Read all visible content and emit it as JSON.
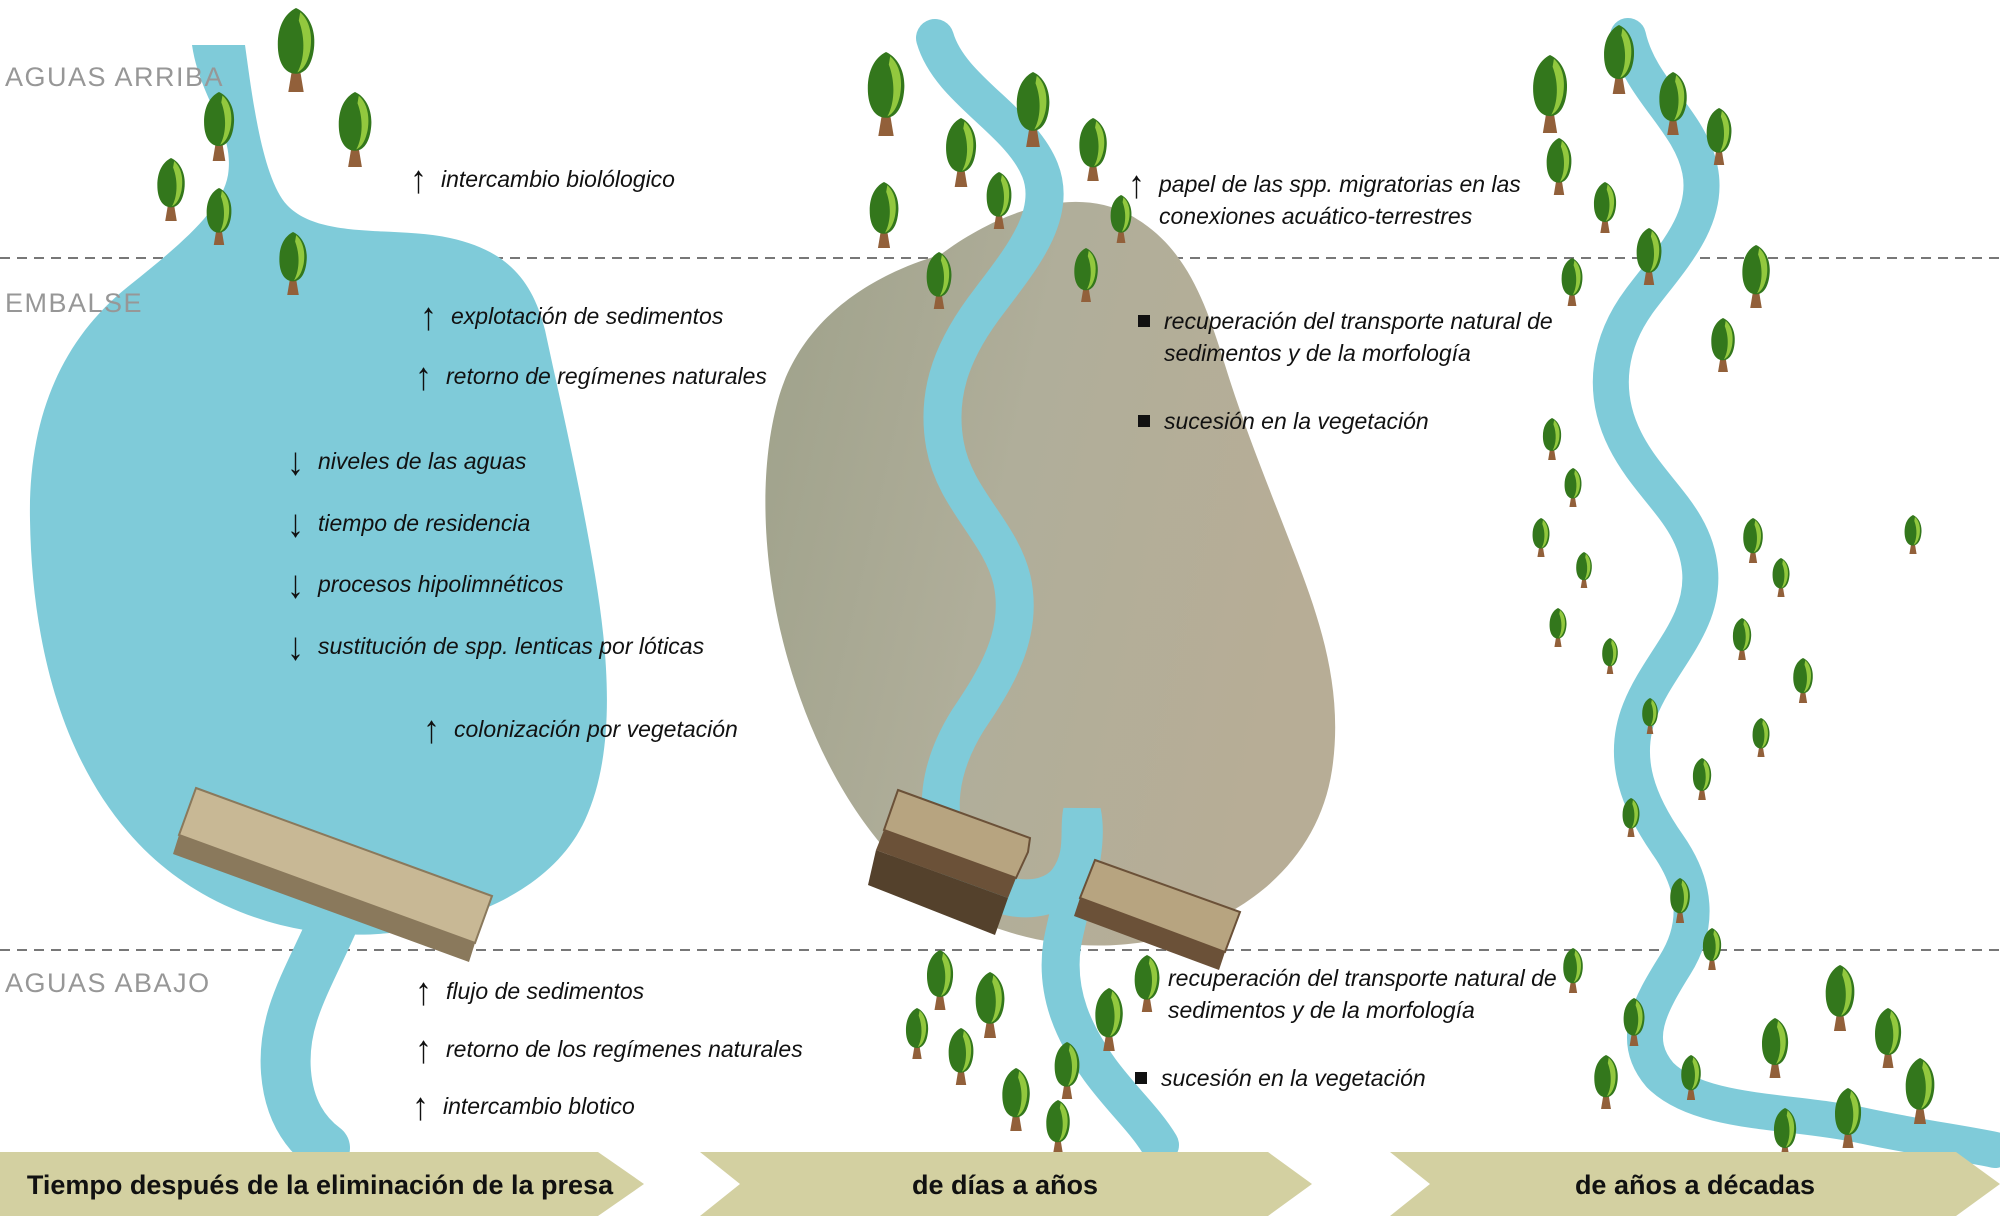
{
  "sections": {
    "upstream": "AGUAS ARRIBA",
    "reservoir": "EMBALSE",
    "downstream": "AGUAS ABAJO"
  },
  "panel1": {
    "annotations": [
      {
        "icon": "up",
        "text": "intercambio biolólogico"
      },
      {
        "icon": "up",
        "text": "explotación de sedimentos"
      },
      {
        "icon": "up",
        "text": "retorno de regímenes naturales"
      },
      {
        "icon": "down",
        "text": "niveles de las aguas"
      },
      {
        "icon": "down",
        "text": "tiempo de residencia"
      },
      {
        "icon": "down",
        "text": "procesos hipolimnéticos"
      },
      {
        "icon": "down",
        "text": "sustitución de spp. lenticas por lóticas"
      },
      {
        "icon": "up",
        "text": "colonización por vegetación"
      },
      {
        "icon": "up",
        "text": "flujo de sedimentos"
      },
      {
        "icon": "up",
        "text": "retorno de los regímenes naturales"
      },
      {
        "icon": "up",
        "text": "intercambio blotico"
      }
    ]
  },
  "panel2": {
    "annotations": [
      {
        "icon": "up",
        "text": "papel de las spp. migratorias en las conexiones acuático-terrestres"
      },
      {
        "icon": "square",
        "text": "recuperación del transporte natural de sedimentos y de la morfología"
      },
      {
        "icon": "square",
        "text": "sucesión en la vegetación"
      },
      {
        "icon": "none",
        "text": "recuperación del transporte natural de sedimentos y de la morfología"
      },
      {
        "icon": "square",
        "text": "sucesión en la vegetación"
      }
    ]
  },
  "timeline": {
    "step1": "Tiempo después de la eliminación de la presa",
    "step2": "de días a años",
    "step3": "de años a décadas"
  },
  "colors": {
    "water": "#7fcbd9",
    "sediment_left": "#a3a58f",
    "sediment_right": "#b5ac97",
    "dam_light": "#c8b895",
    "dam_dark": "#8a795c",
    "dam_broken_dark": "#6b5138",
    "tree_dark": "#33771c",
    "tree_light": "#92c83e",
    "trunk": "#92603a",
    "timeline_arrow": "#d3d0a1",
    "dashed_line": "#777777",
    "section_label": "#979797"
  }
}
